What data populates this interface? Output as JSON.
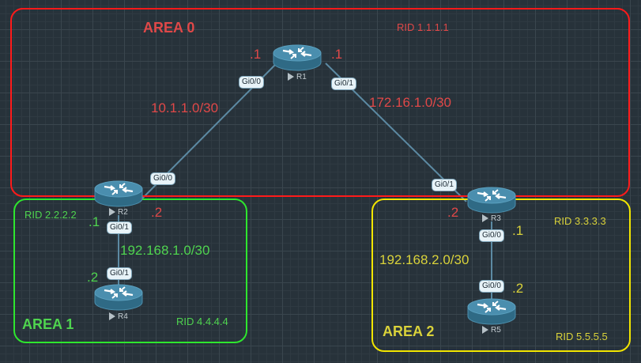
{
  "colors": {
    "area0": "#ff1a1a",
    "area1": "#2ee62e",
    "area2": "#f2e600",
    "area0_text": "#e04848",
    "area1_text": "#4fd44f",
    "area2_text": "#d9d23a",
    "link": "#5c8aa3",
    "router_body": "#3e7f9c"
  },
  "areas": [
    {
      "id": "area0",
      "label": "AREA 0"
    },
    {
      "id": "area1",
      "label": "AREA 1"
    },
    {
      "id": "area2",
      "label": "AREA 2"
    }
  ],
  "routers": [
    {
      "name": "R1",
      "rid": "RID 1.1.1.1"
    },
    {
      "name": "R2",
      "rid": "RID 2.2.2.2"
    },
    {
      "name": "R3",
      "rid": "RID 3.3.3.3"
    },
    {
      "name": "R4",
      "rid": "RID 4.4.4.4"
    },
    {
      "name": "R5",
      "rid": "RID 5.5.5.5"
    }
  ],
  "links": [
    {
      "subnet": "10.1.1.0/30",
      "a": {
        "router": "R1",
        "iface": "Gi0/0",
        "host": ".1"
      },
      "b": {
        "router": "R2",
        "iface": "Gi0/0",
        "host": ".2"
      }
    },
    {
      "subnet": "172.16.1.0/30",
      "a": {
        "router": "R1",
        "iface": "Gi0/1",
        "host": ".1"
      },
      "b": {
        "router": "R3",
        "iface": "Gi0/1",
        "host": ".2"
      }
    },
    {
      "subnet": "192.168.1.0/30",
      "a": {
        "router": "R2",
        "iface": "Gi0/1",
        "host": ".1"
      },
      "b": {
        "router": "R4",
        "iface": "Gi0/1",
        "host": ".2"
      }
    },
    {
      "subnet": "192.168.2.0/30",
      "a": {
        "router": "R3",
        "iface": "Gi0/0",
        "host": ".1"
      },
      "b": {
        "router": "R5",
        "iface": "Gi0/0",
        "host": ".2"
      }
    }
  ]
}
